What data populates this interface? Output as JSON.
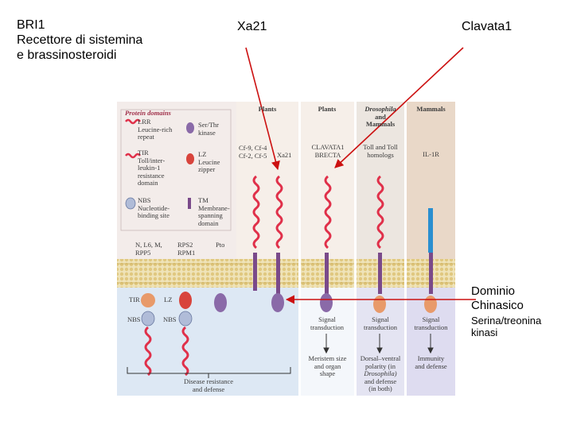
{
  "slide": {
    "label_bri1_line1": "BRI1",
    "label_bri1_line2": "Recettore di sistemina",
    "label_bri1_line3": "e brassinosteroidi",
    "label_xa21": "Xa21",
    "label_clavata1": "Clavata1",
    "label_domain_line1": "Dominio",
    "label_domain_line2": "Chinasico",
    "label_kinase_line1": "Serina/treonina",
    "label_kinase_line2": "kinasi"
  },
  "legend": {
    "title": "Protein domains",
    "lrr": [
      "LRR",
      "Leucine-rich",
      "repeat"
    ],
    "ser_thr": [
      "Ser/Thr",
      "kinase"
    ],
    "tir": [
      "TIR",
      "Toll/inter-",
      "leukin-1",
      "resistance",
      "domain"
    ],
    "lz": [
      "LZ",
      "Leucine",
      "zipper"
    ],
    "nbs": [
      "NBS",
      "Nucleotide-",
      "binding site"
    ],
    "tm": [
      "TM",
      "Membrane-",
      "spanning",
      "domain"
    ]
  },
  "columns": {
    "plants1": "Plants",
    "plants2": "Plants",
    "drosophila": [
      "Drosophila",
      "and",
      "Mammals"
    ],
    "mammals": "Mammals"
  },
  "proteins": {
    "cf": [
      "Cf-9, Cf-4",
      "Cf-2, Cf-5"
    ],
    "xa21": "Xa21",
    "clavata": [
      "CLAVATA1",
      "BRECTA"
    ],
    "toll": [
      "Toll and Toll",
      "homologs"
    ],
    "il1r": "IL-1R",
    "n_l6": [
      "N, L6, M,",
      "RPP5"
    ],
    "rps2": [
      "RPS2",
      "RPM1"
    ],
    "pto": "Pto",
    "tir": "TIR",
    "lz": "LZ",
    "nbs1": "NBS",
    "nbs2": "NBS"
  },
  "outcomes": {
    "signal1": [
      "Signal",
      "transduction"
    ],
    "signal2": [
      "Signal",
      "transduction"
    ],
    "signal3": [
      "Signal",
      "transduction"
    ],
    "meristem": [
      "Meristem size",
      "and organ",
      "shape"
    ],
    "dorsal": [
      "Dorsal–ventral",
      "polarity (in",
      "Drosophila)",
      "and defense",
      "(in both)"
    ],
    "immunity": [
      "Immunity",
      "and defense"
    ],
    "disease": [
      "Disease resistance",
      "and defense"
    ]
  },
  "colors": {
    "lrr": "#e0304a",
    "kinase": "#8a6aa8",
    "tir": "#e89a6a",
    "lz": "#d8443c",
    "nbs": "#b0bcd8",
    "tm": "#7a4a8a",
    "arrow": "#cc1111",
    "il1r_ext": "#2a8fd0"
  }
}
